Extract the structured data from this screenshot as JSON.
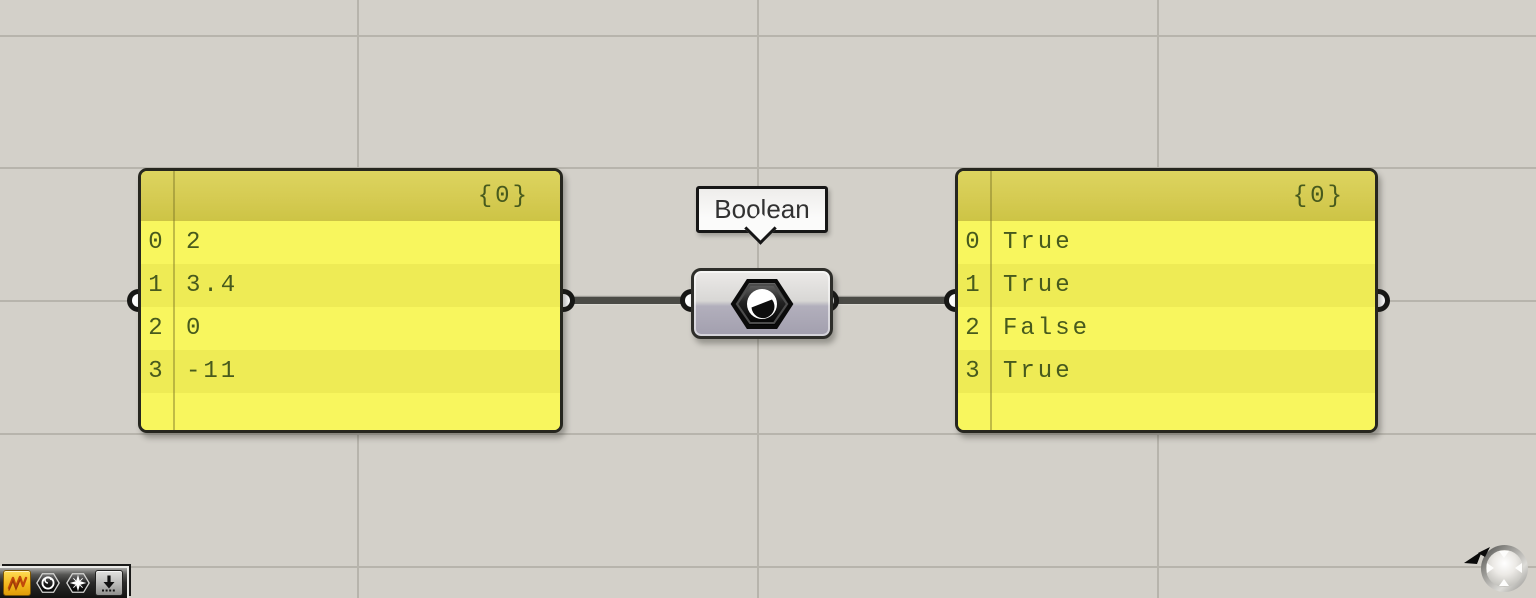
{
  "canvas": {
    "background_color": "#d3d0c9",
    "grid_color": "#b7b4ac"
  },
  "left_panel": {
    "header": "{0}",
    "rows": [
      {
        "index": "0",
        "value": "2"
      },
      {
        "index": "1",
        "value": "3.4"
      },
      {
        "index": "2",
        "value": "0"
      },
      {
        "index": "3",
        "value": "-11"
      }
    ],
    "body_color": "#f8f65e",
    "header_color": "#d5cb52",
    "text_color": "#475a1d"
  },
  "boolean_component": {
    "tooltip": "Boolean",
    "icon": "boolean-hexagon-icon",
    "body_color": "#a29fae"
  },
  "right_panel": {
    "header": "{0}",
    "rows": [
      {
        "index": "0",
        "value": "True"
      },
      {
        "index": "1",
        "value": "True"
      },
      {
        "index": "2",
        "value": "False"
      },
      {
        "index": "3",
        "value": "True"
      }
    ],
    "body_color": "#f8f65e",
    "header_color": "#d5cb52",
    "text_color": "#475a1d"
  },
  "wire_color": "#4b4b46",
  "status_toolbar": {
    "buttons": [
      {
        "icon": "wire-scribble-icon",
        "active": true
      },
      {
        "icon": "hexagon-swirl-icon",
        "active": false
      },
      {
        "icon": "hexagon-starburst-icon",
        "active": false
      },
      {
        "icon": "dock-arrow-icon",
        "active": false
      }
    ]
  },
  "compass": {
    "icon": "navigation-compass-icon"
  }
}
